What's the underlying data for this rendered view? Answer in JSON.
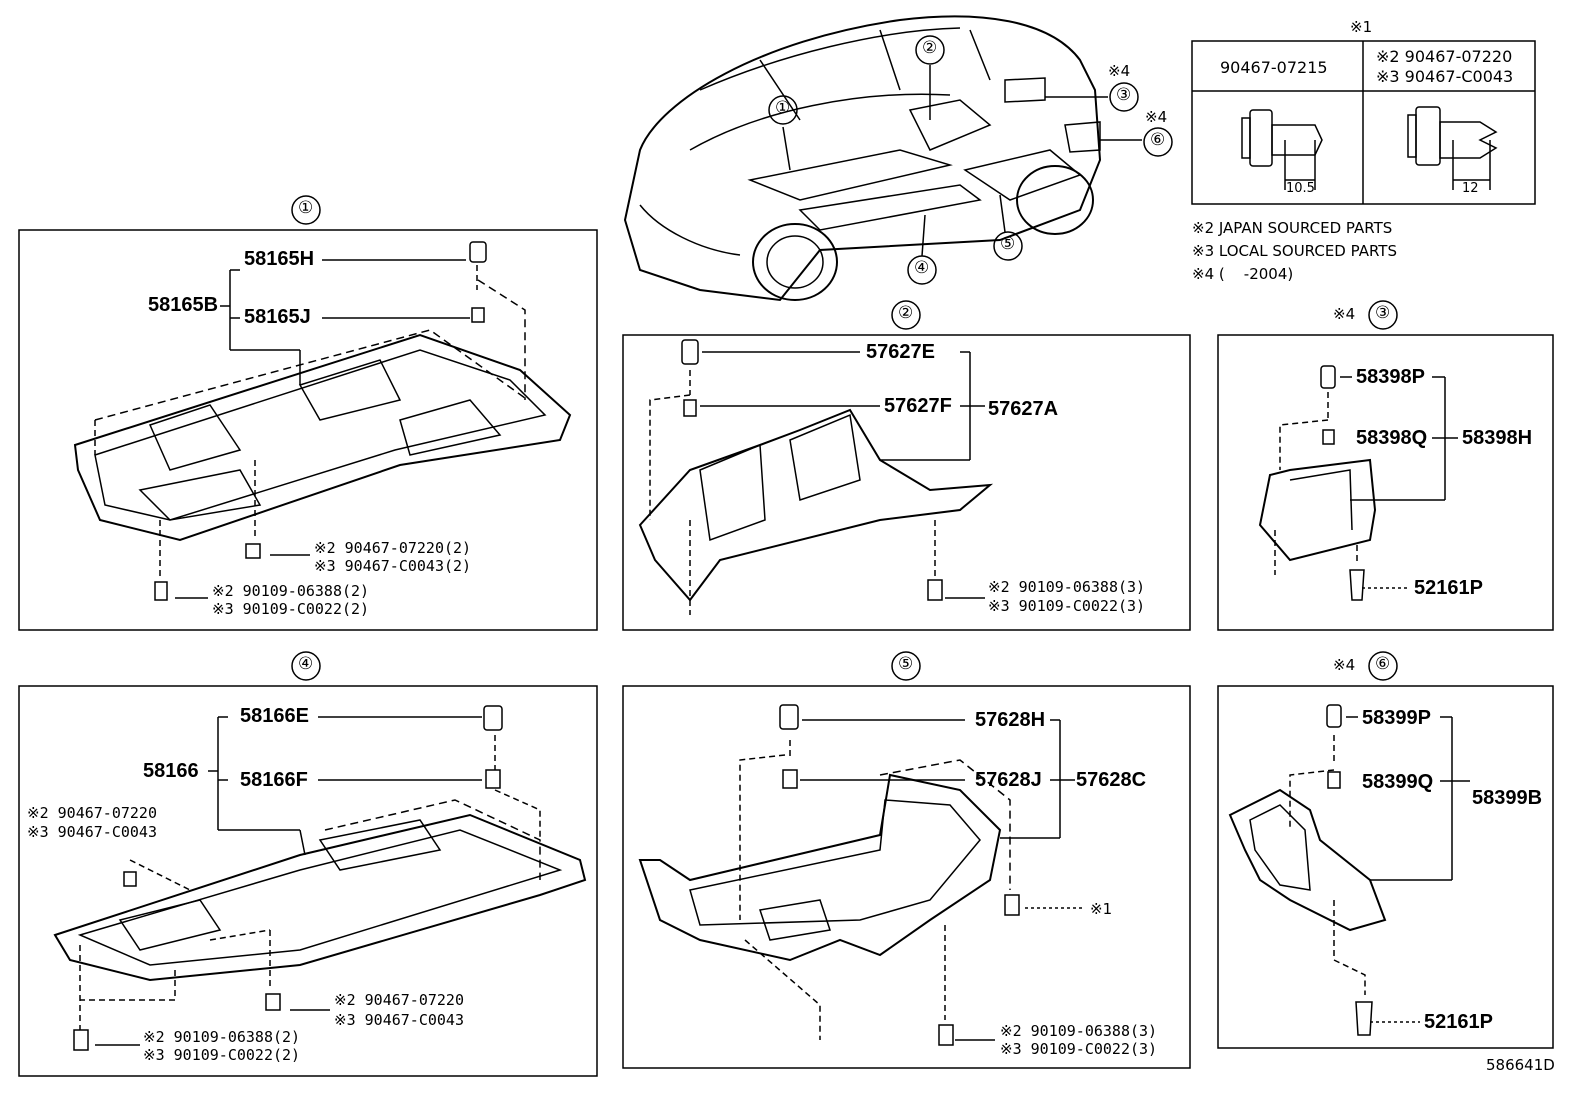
{
  "sheet_code": "586641D",
  "clip_table": {
    "marker": "※1",
    "col1_part": "90467-07215",
    "col2_line1": "※2 90467-07220",
    "col2_line2": "※3 90467-C0043",
    "dim1": "10.5",
    "dim2": "12"
  },
  "notes": {
    "n2": "※2 JAPAN SOURCED PARTS",
    "n3": "※3 LOCAL SOURCED PARTS",
    "n4": "※4 (    -2004)"
  },
  "overview": {
    "c1": "①",
    "c2": "②",
    "c3": "③",
    "c4": "④",
    "c5": "⑤",
    "c6": "⑥",
    "m3": "※4",
    "m6": "※4"
  },
  "panel1": {
    "title": "①",
    "assy": "58165B",
    "p1": "58165H",
    "p2": "58165J",
    "f1a": "※2 90467-07220(2)",
    "f1b": "※3 90467-C0043(2)",
    "f2a": "※2 90109-06388(2)",
    "f2b": "※3 90109-C0022(2)"
  },
  "panel2": {
    "title": "②",
    "assy": "57627A",
    "p1": "57627E",
    "p2": "57627F",
    "f1a": "※2 90109-06388(3)",
    "f1b": "※3 90109-C0022(3)"
  },
  "panel3": {
    "title_mark": "※4",
    "title": "③",
    "assy": "58398H",
    "p1": "58398P",
    "p2": "58398Q",
    "clip": "52161P"
  },
  "panel4": {
    "title": "④",
    "assy": "58166",
    "p1": "58166E",
    "p2": "58166F",
    "f1a": "※2 90467-07220",
    "f1b": "※3 90467-C0043",
    "f2a": "※2 90467-07220",
    "f2b": "※3 90467-C0043",
    "f3a": "※2 90109-06388(2)",
    "f3b": "※3 90109-C0022(2)"
  },
  "panel5": {
    "title": "⑤",
    "assy": "57628C",
    "p1": "57628H",
    "p2": "57628J",
    "ref": "※1",
    "f1a": "※2 90109-06388(3)",
    "f1b": "※3 90109-C0022(3)"
  },
  "panel6": {
    "title_mark": "※4",
    "title": "⑥",
    "assy": "58399B",
    "p1": "58399P",
    "p2": "58399Q",
    "clip": "52161P"
  }
}
